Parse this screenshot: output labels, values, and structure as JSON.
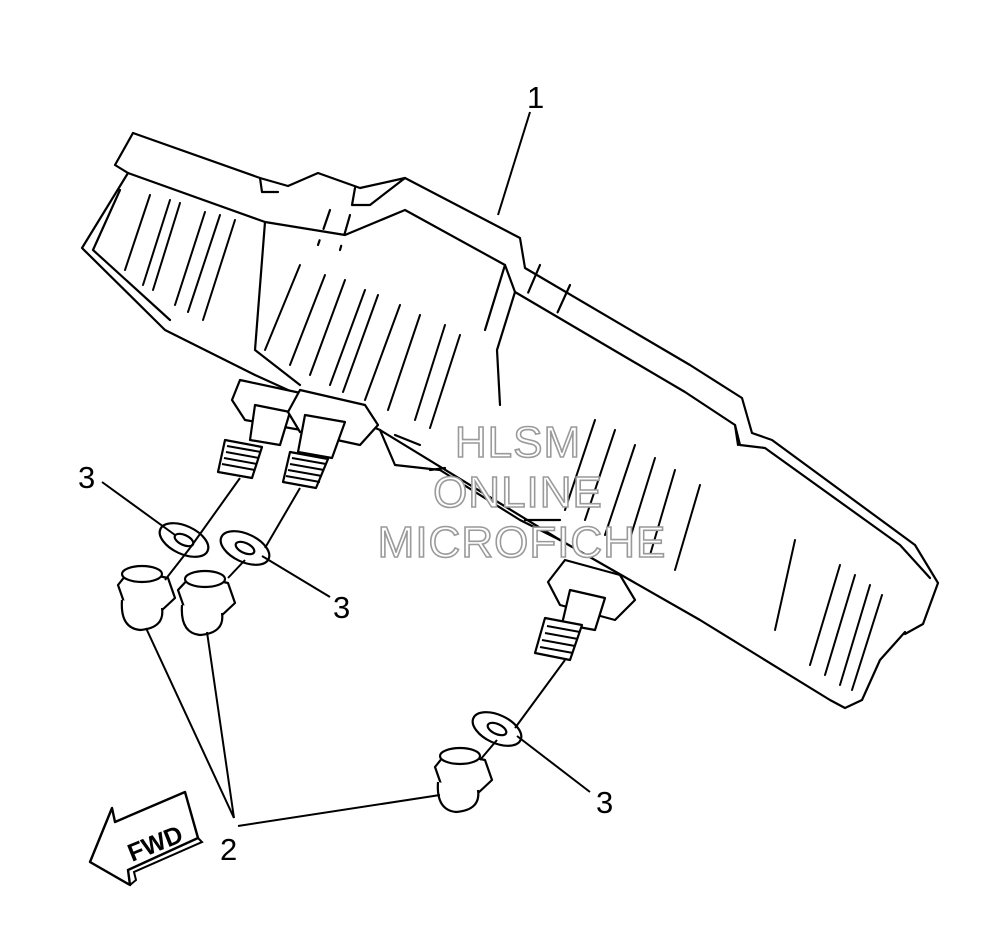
{
  "diagram": {
    "callouts": {
      "meter_assembly": "1",
      "cap_nut": "2",
      "washer_upper_left": "3",
      "washer_upper_right": "3",
      "washer_lower": "3"
    },
    "direction_arrow": "FWD",
    "watermark": [
      "HLSM",
      "ONLINE",
      "MICROFICHE"
    ]
  }
}
